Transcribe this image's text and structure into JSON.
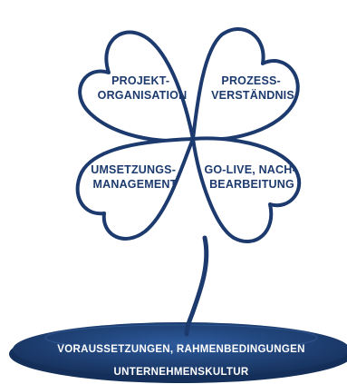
{
  "colors": {
    "outline": "#1c3a6e",
    "base_top": "#2a5290",
    "base_bottom": "#17335f",
    "background": "#ffffff"
  },
  "leaves": {
    "top_left": [
      "PROJEKT-",
      "ORGANISATION"
    ],
    "top_right": [
      "PROZESS-",
      "VERSTÄNDNIS"
    ],
    "bottom_left": [
      "UMSETZUNGS-",
      "MANAGEMENT"
    ],
    "bottom_right": [
      "GO-LIVE, NACH-",
      "BEARBEITUNG"
    ]
  },
  "base": {
    "line1": "VORAUSSETZUNGEN, RAHMENBEDINGUNGEN",
    "line2": "UNTERNEHMENSKULTUR"
  }
}
